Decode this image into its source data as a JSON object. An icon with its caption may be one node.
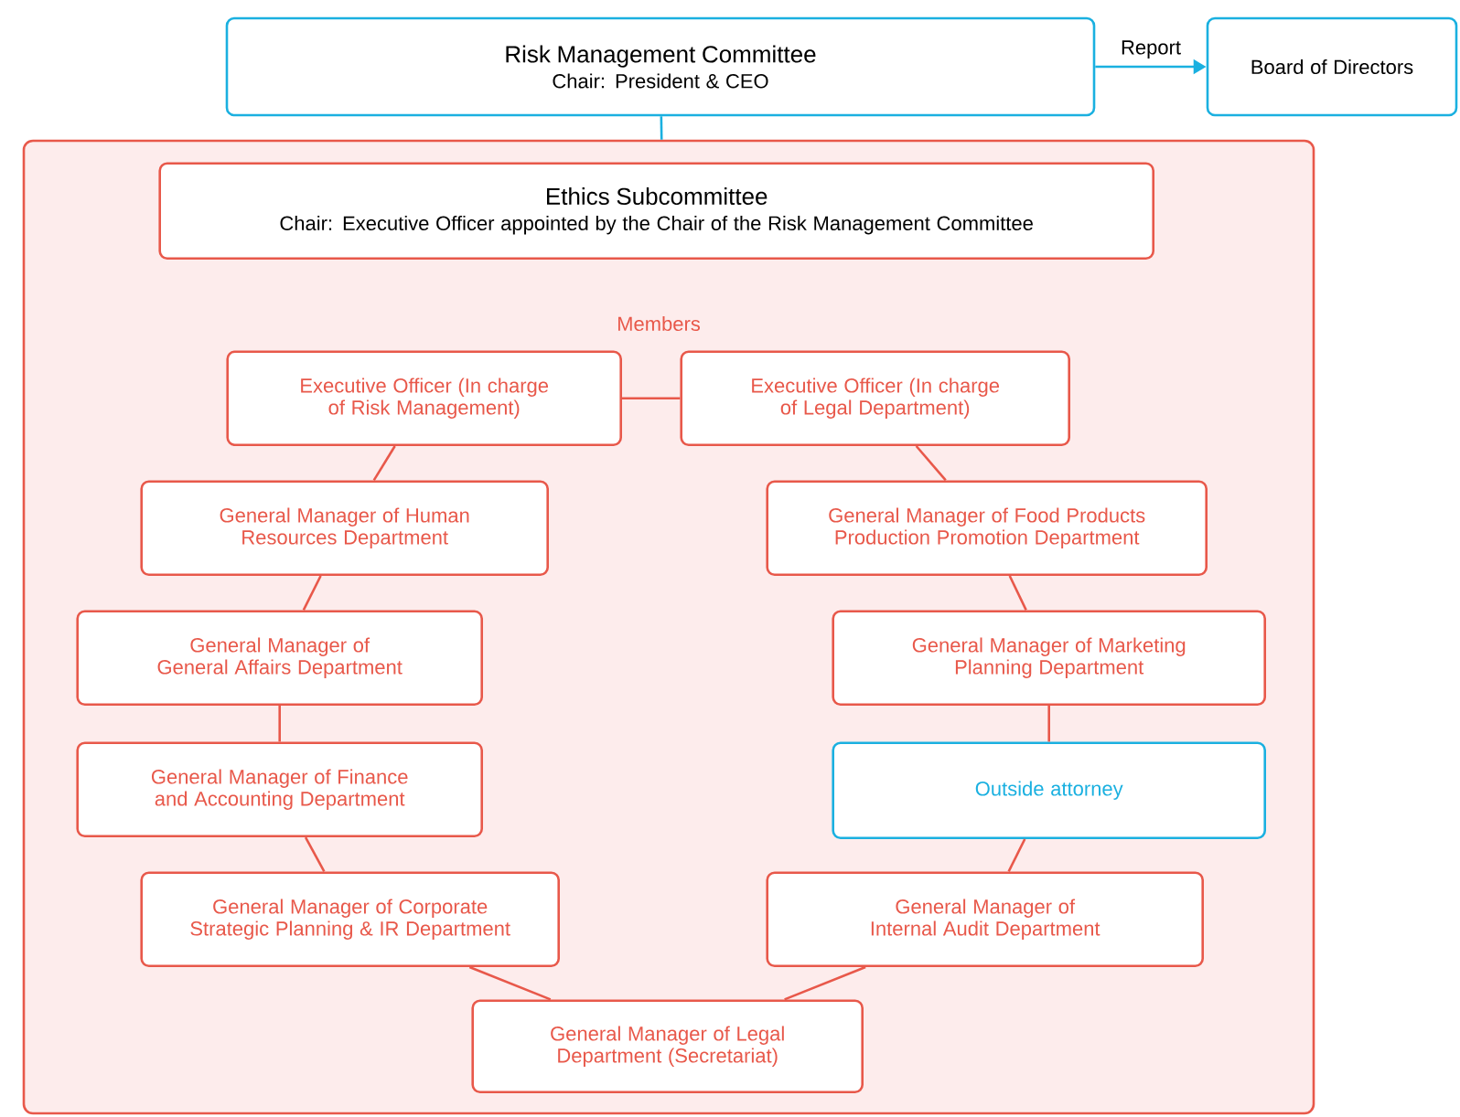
{
  "diagram": {
    "nodes": [
      {
        "text": [
          "Risk Management Committee",
          "Chair: President & CEO"
        ]
      },
      {
        "text": [
          "Board of Directors"
        ]
      },
      {
        "text": [],
        "shape": "box"
      },
      {
        "text": [
          "Ethics Subcommittee",
          "Chair: Executive Officer appointed by the Chair of the Risk Management Committee"
        ],
        "in": 2
      },
      {
        "text": [
          "Executive Officer (In charge of Risk Management)"
        ],
        "in": 2
      },
      {
        "text": [
          "Executive Officer (In charge of Legal Department)"
        ],
        "in": 2
      },
      {
        "text": [
          "General Manager of Human Resources Department"
        ],
        "in": 2
      },
      {
        "text": [
          "General Manager of Food Products Production Promotion Department"
        ],
        "in": 2
      },
      {
        "text": [
          "General Manager of General Affairs Department"
        ],
        "in": 2
      },
      {
        "text": [
          "General Manager of Marketing Planning Department"
        ],
        "in": 2
      },
      {
        "text": [
          "General Manager of Finance and Accounting Department"
        ],
        "in": 2
      },
      {
        "text": [
          "Outside attorney"
        ],
        "in": 2
      },
      {
        "text": [
          "General Manager of Corporate Strategic Planning & IR Department"
        ],
        "in": 2
      },
      {
        "text": [
          "General Manager of Internal Audit Department"
        ],
        "in": 2
      },
      {
        "text": [
          "General Manager of Legal Department (Secretariat)"
        ],
        "in": 2
      }
    ],
    "edges": [
      {
        "from": 0,
        "to": 1,
        "arrow": "to",
        "label": "Report",
        "color": "#1ab0e0"
      },
      {
        "from": 0,
        "to": 2,
        "arrow": "none",
        "color": "#1ab0e0"
      },
      {
        "from": 4,
        "to": 5,
        "arrow": "none"
      },
      {
        "from": 4,
        "to": 6,
        "arrow": "none"
      },
      {
        "from": 6,
        "to": 8,
        "arrow": "none"
      },
      {
        "from": 8,
        "to": 10,
        "arrow": "none"
      },
      {
        "from": 10,
        "to": 12,
        "arrow": "none"
      },
      {
        "from": 12,
        "to": 14,
        "arrow": "none"
      },
      {
        "from": 5,
        "to": 7,
        "arrow": "none"
      },
      {
        "from": 7,
        "to": 9,
        "arrow": "none"
      },
      {
        "from": 9,
        "to": 11,
        "arrow": "none"
      },
      {
        "from": 11,
        "to": 13,
        "arrow": "none"
      },
      {
        "from": 13,
        "to": 14,
        "arrow": "none"
      }
    ],
    "labels": [
      "Members"
    ]
  }
}
